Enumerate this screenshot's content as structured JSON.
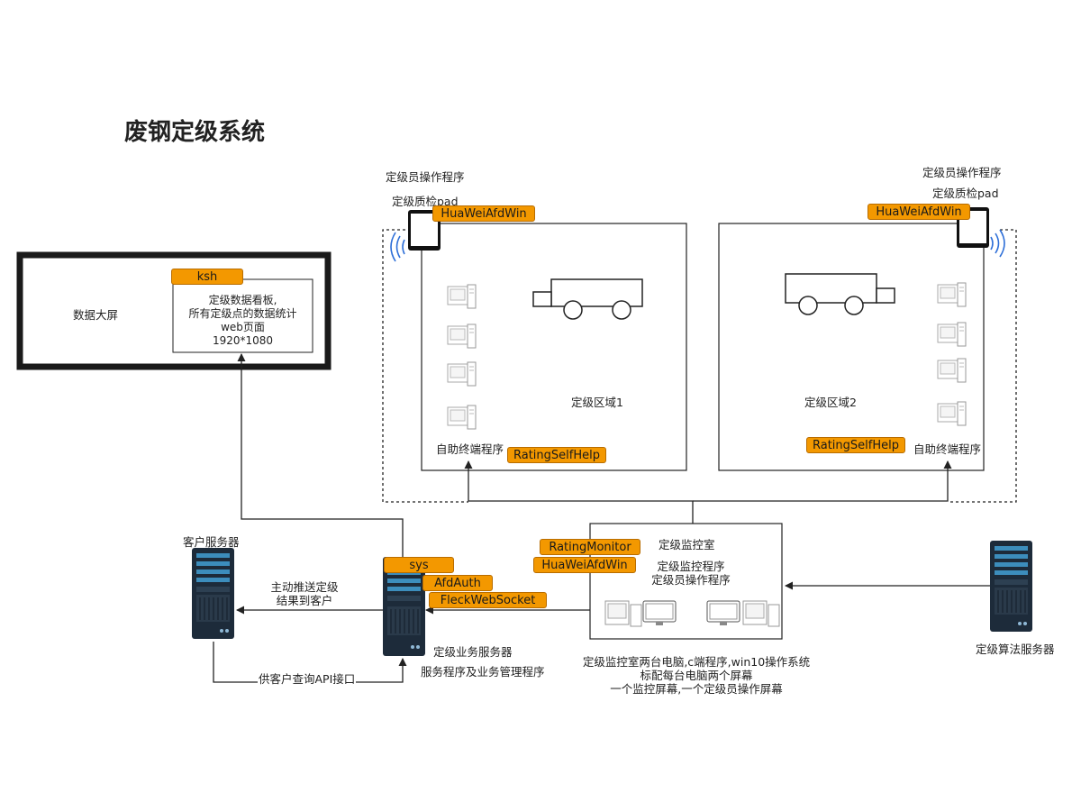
{
  "title": "废钢定级系统",
  "big_screen": {
    "label": "数据大屏",
    "tag": "ksh",
    "desc_lines": [
      "定级数据看板,",
      "所有定级点的数据统计",
      "web页面",
      "1920*1080"
    ]
  },
  "zone1": {
    "label": "定级区域1",
    "pad_program": "定级员操作程序",
    "pad_label": "定级质检pad",
    "pad_tag": "HuaWeiAfdWin",
    "kiosk_label": "自助终端程序",
    "kiosk_tag": "RatingSelfHelp"
  },
  "zone2": {
    "label": "定级区域2",
    "pad_program": "定级员操作程序",
    "pad_label": "定级质检pad",
    "pad_tag": "HuaWeiAfdWin",
    "kiosk_label": "自助终端程序",
    "kiosk_tag": "RatingSelfHelp"
  },
  "monitor_room": {
    "label": "定级监控室",
    "tags": [
      "RatingMonitor",
      "HuaWeiAfdWin"
    ],
    "programs": [
      "定级监控程序",
      "定级员操作程序"
    ],
    "notes": [
      "定级监控室两台电脑,c端程序,win10操作系统",
      "标配每台电脑两个屏幕",
      "一个监控屏幕,一个定级员操作屏幕"
    ]
  },
  "business_server": {
    "tags": [
      "sys",
      "AfdAuth",
      "FleckWebSocket"
    ],
    "label": "定级业务服务器",
    "sublabel": "服务程序及业务管理程序"
  },
  "customer_server": {
    "label": "客户服务器",
    "push_label": [
      "主动推送定级",
      "结果到客户"
    ],
    "api_label": "供客户查询API接口"
  },
  "algo_server": {
    "label": "定级算法服务器"
  },
  "colors": {
    "tag_fill": "#f39800",
    "server_body": "#1d2b3a",
    "server_accent": "#3c8dbc",
    "wifi": "#2e6fd8"
  }
}
